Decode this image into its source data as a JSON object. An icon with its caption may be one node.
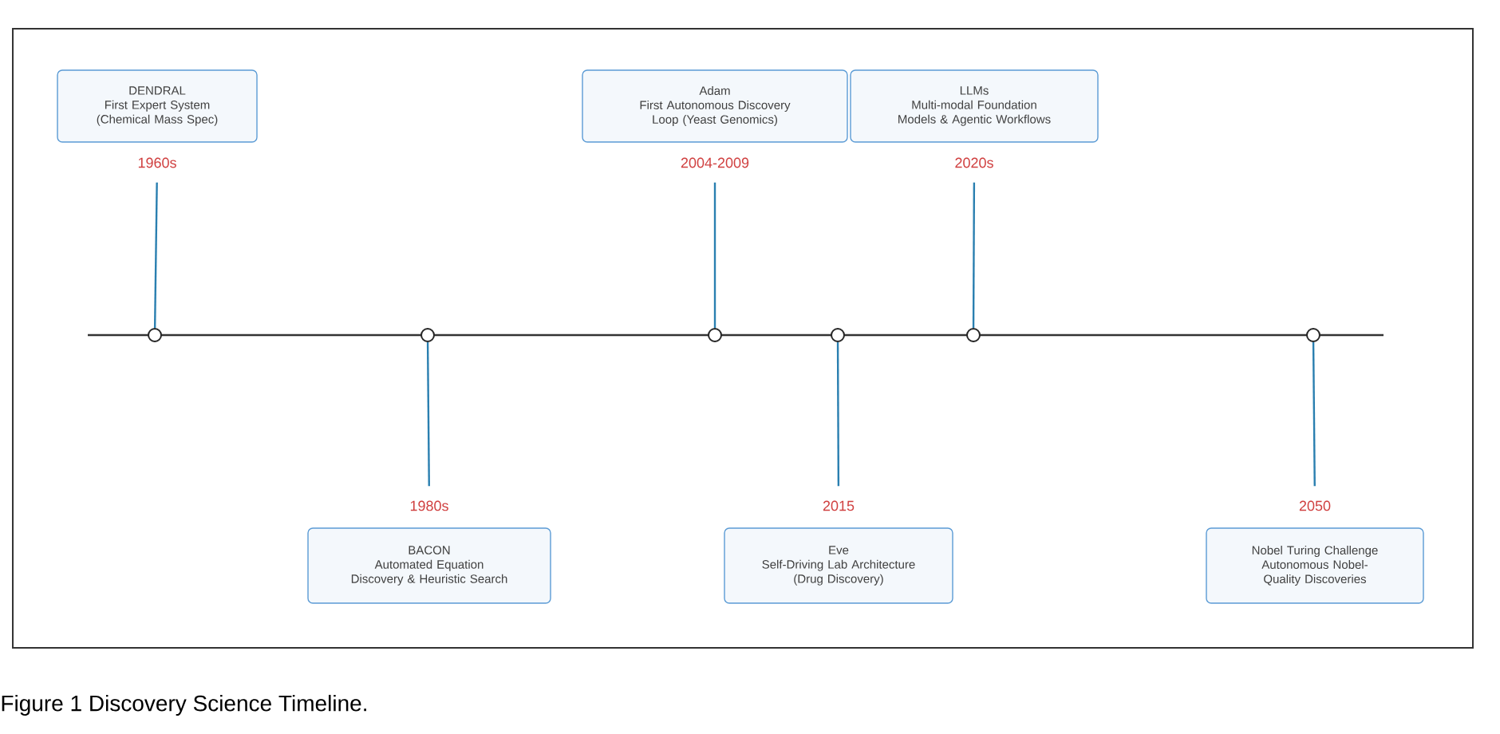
{
  "diagram": {
    "caption": "Figure 1 Discovery Science Timeline.",
    "nodes": [
      {
        "text": [
          "DENDRAL",
          "First Expert System (Chemical Mass Spec)"
        ],
        "beside": [
          "1960s"
        ]
      },
      {
        "text": [
          "BACON",
          "Automated Equation Discovery & Heuristic Search"
        ],
        "beside": [
          "1980s"
        ]
      },
      {
        "text": [
          "Adam",
          "First Autonomous Discovery Loop (Yeast Genomics)"
        ],
        "beside": [
          "2004-2009"
        ]
      },
      {
        "text": [
          "Eve",
          "Self-Driving Lab Architecture (Drug Discovery)"
        ],
        "beside": [
          "2015"
        ]
      },
      {
        "text": [
          "LLMs",
          "Multi-modal Foundation Models & Agentic Workflows"
        ],
        "beside": [
          "2020s"
        ]
      },
      {
        "text": [
          "Nobel Turing Challenge",
          "Autonomous Nobel-Quality Discoveries"
        ],
        "beside": [
          "2050"
        ]
      },
      {
        "text": [],
        "shape": "circle"
      },
      {
        "text": [],
        "shape": "circle"
      },
      {
        "text": [],
        "shape": "circle"
      },
      {
        "text": [],
        "shape": "circle"
      },
      {
        "text": [],
        "shape": "circle"
      },
      {
        "text": [],
        "shape": "circle"
      }
    ],
    "edges": [
      {
        "from": 6,
        "to": 0,
        "arrow": "none"
      },
      {
        "from": 7,
        "to": 1,
        "arrow": "none"
      },
      {
        "from": 8,
        "to": 2,
        "arrow": "none"
      },
      {
        "from": 9,
        "to": 3,
        "arrow": "none"
      },
      {
        "from": 10,
        "to": 4,
        "arrow": "none"
      },
      {
        "from": 11,
        "to": 5,
        "arrow": "none"
      }
    ]
  }
}
